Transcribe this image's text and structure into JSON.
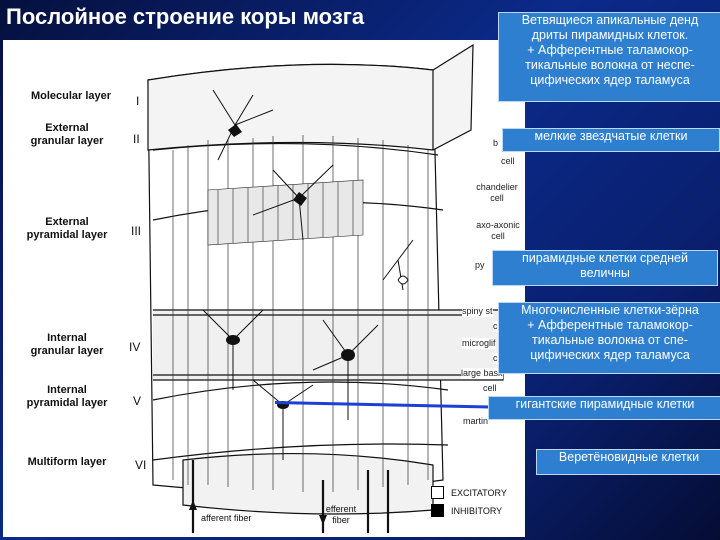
{
  "title": "Послойное строение коры мозга",
  "layers": [
    {
      "name": "Molecular layer",
      "numeral": "I"
    },
    {
      "name": "External\ngranular layer",
      "numeral": "II"
    },
    {
      "name": "External\npyramidal layer",
      "numeral": "III"
    },
    {
      "name": "Internal\ngranular layer",
      "numeral": "IV"
    },
    {
      "name": "Internal\npyramidal layer",
      "numeral": "V"
    },
    {
      "name": "Multiform layer",
      "numeral": "VI"
    }
  ],
  "cell_labels": {
    "chandelier": "chandelier\ncell",
    "axo_axonic": "axo-axonic\ncell",
    "py": "py",
    "spiny_stellate": "spiny st",
    "spiny_c": "c",
    "microglia": "microglif",
    "micro_c": "c",
    "large_basket": "large bask",
    "large_cell": "cell",
    "martin": "martin",
    "b_cell": "b",
    "cell2": "cell"
  },
  "legend": {
    "excitatory": "EXCITATORY",
    "inhibitory": "INHIBITORY"
  },
  "fibers": {
    "afferent": "afferent fiber",
    "efferent": "efferent\nfiber"
  },
  "callouts": [
    "Ветвящиеся апикальные денд\nдриты пирамидных клеток.\n+ Афферентные таламокор-\nтикальные волокна от неспе-\nцифических ядер таламуса",
    "мелкие звездчатые клетки",
    "пирамидные клетки средней\nвеличны",
    "Многочисленные клетки-зёрна\n+ Афферентные таламокор-\nтикальные волокна от спе-\nцифических ядер таламуса",
    "гигантские пирамидные клетки",
    "Веретёновидные клетки"
  ]
}
